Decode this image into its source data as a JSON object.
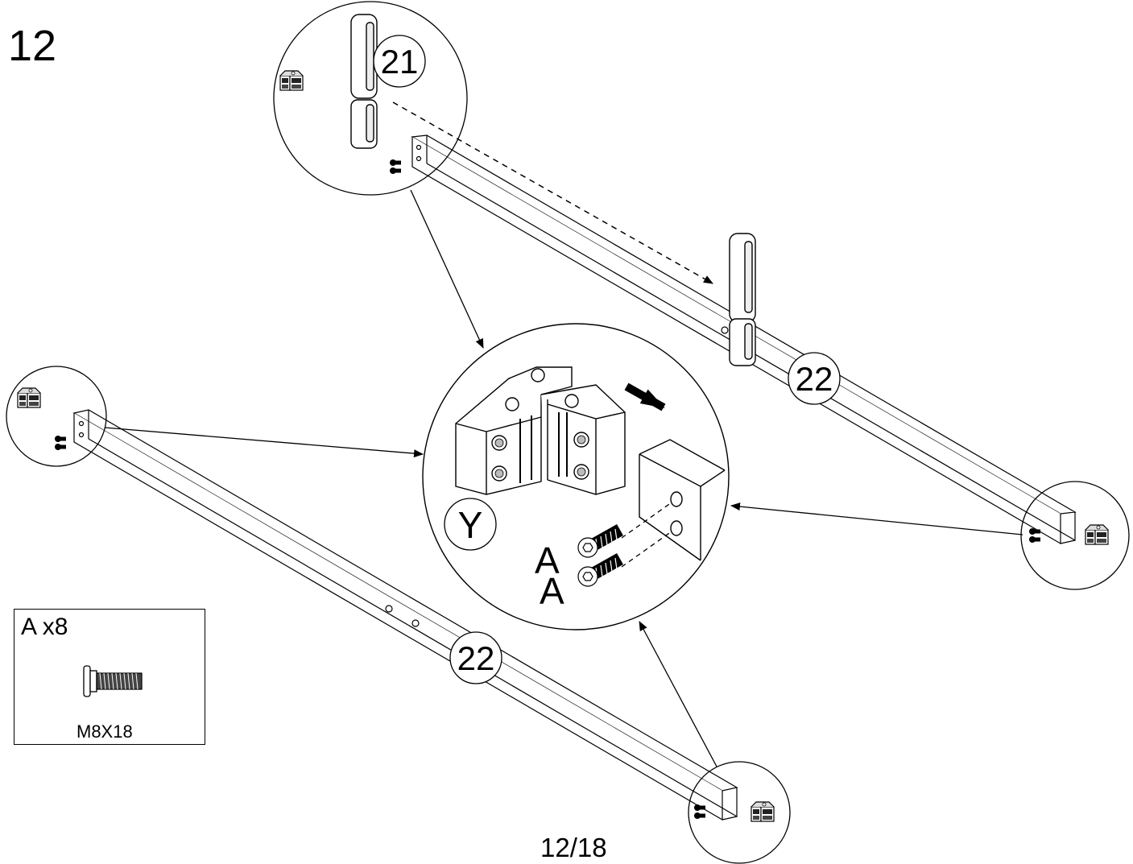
{
  "step": {
    "number": "12"
  },
  "parts": {
    "top_handle_label": "21",
    "rail_back_label": "22",
    "rail_front_label": "22",
    "bracket_label": "Y",
    "screw_label_1": "A",
    "screw_label_2": "A"
  },
  "hardware": {
    "title": "A x8",
    "size": "M8X18"
  },
  "footer": {
    "page": "12/18"
  },
  "icons": [
    "screw-icon",
    "corner-bracket-icon",
    "handle-icon",
    "direction-arrow-icon"
  ]
}
